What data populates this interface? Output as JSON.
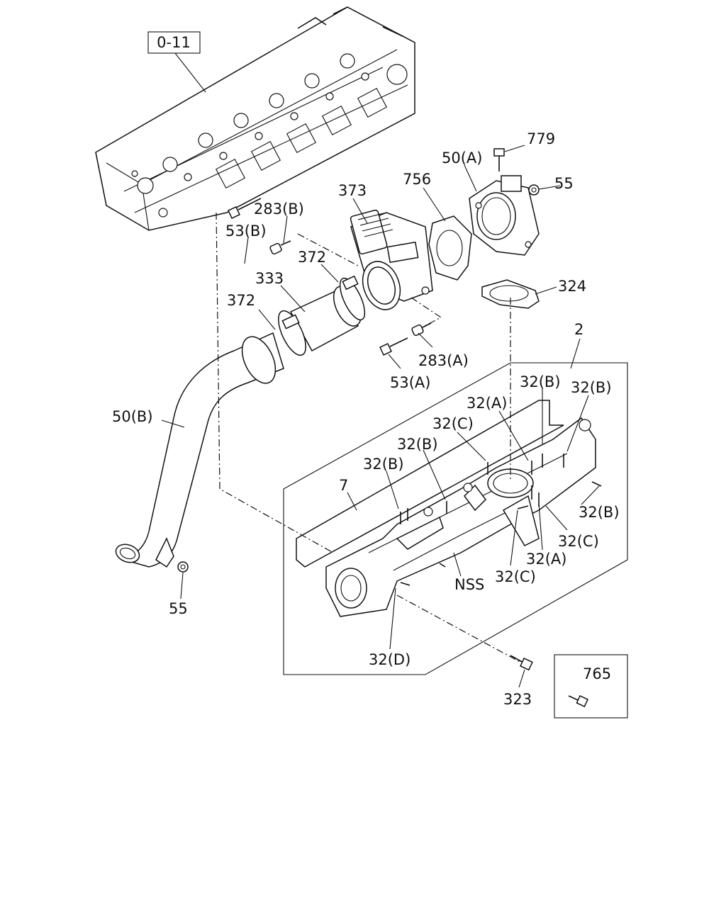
{
  "diagram": {
    "labels": {
      "ref_box": "0-11",
      "p779": "779",
      "p50a": "50(A)",
      "p55_top": "55",
      "p756": "756",
      "p373": "373",
      "p283b": "283(B)",
      "p53b": "53(B)",
      "p372_a": "372",
      "p333": "333",
      "p324": "324",
      "p372_b": "372",
      "p2": "2",
      "p283a": "283(A)",
      "p53a": "53(A)",
      "p32b_1": "32(B)",
      "p32b_2": "32(B)",
      "p32a_1": "32(A)",
      "p50b": "50(B)",
      "p32c_1": "32(C)",
      "p32b_3": "32(B)",
      "p32b_4": "32(B)",
      "p7": "7",
      "p32b_5": "32(B)",
      "p32c_2": "32(C)",
      "p32a_2": "32(A)",
      "pNSS": "NSS",
      "p32c_3": "32(C)",
      "p55_bottom": "55",
      "p32d": "32(D)",
      "p765": "765",
      "p323": "323"
    }
  }
}
